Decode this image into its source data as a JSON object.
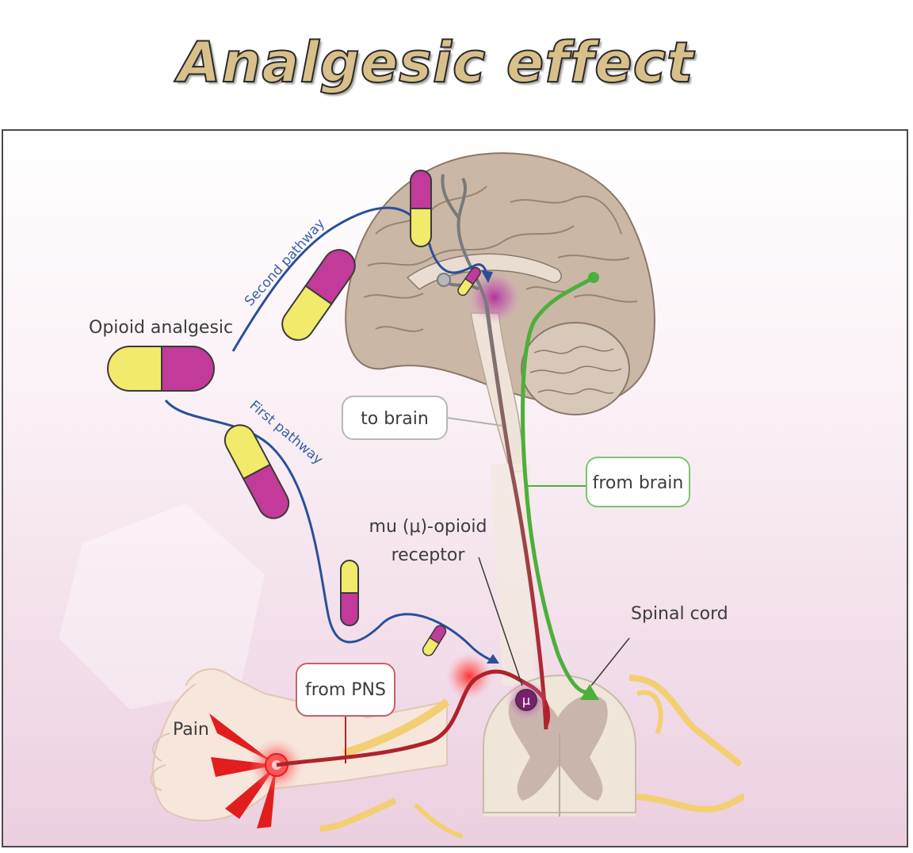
{
  "title": "Analgesic effect",
  "diagram": {
    "labels": {
      "opioid_analgesic": "Opioid analgesic",
      "second_pathway": "Second pathway",
      "first_pathway": "First pathway",
      "to_brain": "to brain",
      "from_brain": "from brain",
      "receptor_line1": "mu (μ)-opioid",
      "receptor_line2": "receptor",
      "mu_symbol": "μ",
      "spinal_cord": "Spinal cord",
      "from_pns": "from PNS",
      "pain": "Pain"
    },
    "colors": {
      "pathway_blue": "#2a4f9a",
      "ascending_red": "#b0222b",
      "descending_green": "#4caf3a",
      "descending_gray": "#7a7a7a",
      "pill_magenta": "#c23a9a",
      "pill_yellow": "#f2ea6a",
      "brain_tan": "#cbb7a6",
      "nerve_yellow": "#f2cf73",
      "background_pink": "#f3dcea"
    }
  }
}
